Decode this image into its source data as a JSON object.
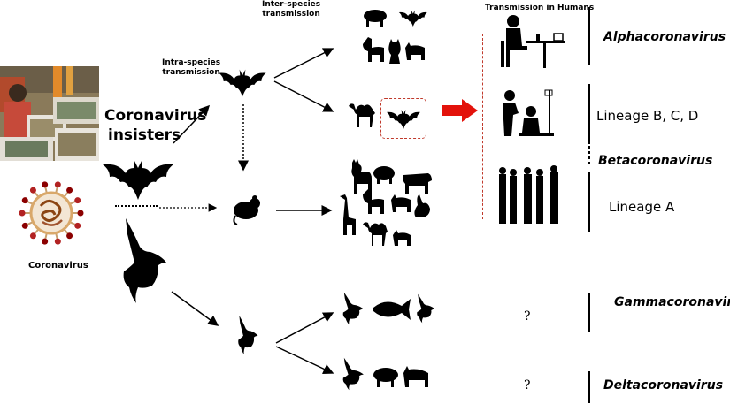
{
  "labels": {
    "inter_species": "Inter-species\ntransmission",
    "intra_species": "Intra-species\ntransmission",
    "transmission_humans": "Transmission in Humans",
    "coronavirus_insisters": "Coronavirus\ninsisters",
    "coronavirus": "Coronavirus"
  },
  "genera": {
    "alpha": "Alphacoronavirus",
    "beta": "Betacoronavirus",
    "gamma": "Gammacoronavirus",
    "delta": "Deltacoronavirus"
  },
  "lineages": {
    "bcd": "Lineage B, C, D",
    "a": "Lineage A"
  },
  "unknown_gamma": "?",
  "unknown_delta": "?",
  "icons": [
    "market-photo",
    "bat-icon",
    "bird-icon",
    "virus-icon",
    "rodent-icon",
    "camel-icon",
    "pig-icon",
    "dog-icon",
    "cat-icon",
    "deer-icon",
    "cow-icon",
    "giraffe-icon",
    "rabbit-icon",
    "fish-icon",
    "person-eating-icon",
    "hospital-icon",
    "people-group-icon",
    "red-arrow-icon"
  ],
  "colors": {
    "arrow_red": "#e3120b",
    "highlight_box": "#c0392b",
    "silhouette": "#000000"
  }
}
